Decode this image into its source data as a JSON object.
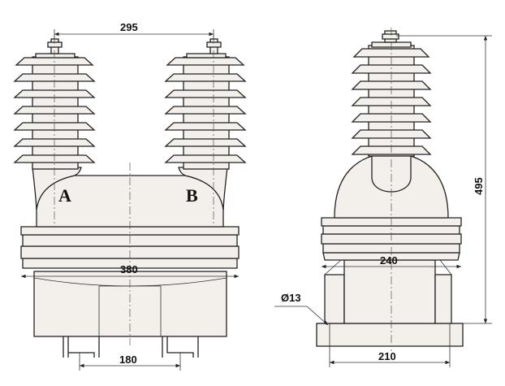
{
  "terminals": {
    "a": "A",
    "b": "B"
  },
  "dimensions": {
    "terminal_spacing": "295",
    "base_width": "380",
    "foot_spacing": "180",
    "total_height": "495",
    "side_width": "240",
    "hole_diameter": "Ø13",
    "side_base_width": "210"
  }
}
